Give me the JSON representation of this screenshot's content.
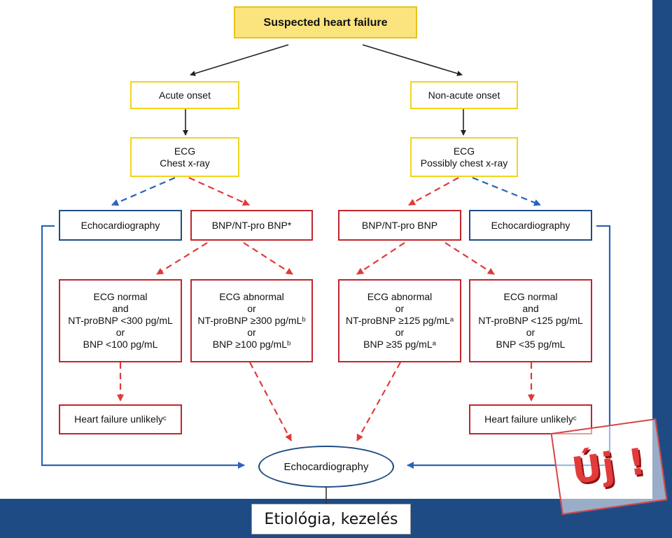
{
  "title": "Suspected heart failure",
  "branches": {
    "acute": {
      "onset": "Acute onset",
      "tests": [
        "ECG",
        "Chest x-ray"
      ],
      "echo": "Echocardiography",
      "bnp": "BNP/NT-pro BNP*",
      "normal": [
        "ECG normal",
        "and",
        "NT-proBNP <300 pg/mL",
        "or",
        "BNP <100 pg/mL"
      ],
      "abnormal": [
        "ECG abnormal",
        "or",
        "NT-proBNP ≥300 pg/mLᵇ",
        "or",
        "BNP ≥100 pg/mLᵇ"
      ],
      "unlikely": "Heart failure unlikelyᶜ"
    },
    "nonacute": {
      "onset": "Non-acute onset",
      "tests": [
        "ECG",
        "Possibly chest x-ray"
      ],
      "echo": "Echocardiography",
      "bnp": "BNP/NT-pro BNP",
      "abnormal": [
        "ECG abnormal",
        "or",
        "NT-proBNP ≥125 pg/mLᵃ",
        "or",
        "BNP ≥35 pg/mLᵃ"
      ],
      "normal": [
        "ECG normal",
        "and",
        "NT-proBNP <125 pg/mL",
        "or",
        "BNP <35 pg/mL"
      ],
      "unlikely": "Heart failure unlikelyᶜ"
    }
  },
  "final": "Echocardiography",
  "footer": "Etiológia, kezelés",
  "stamp": "Új !",
  "colors": {
    "background": "#1f4b85",
    "yellow_border": "#f2d41c",
    "title_fill": "#fbe47e",
    "blue": "#1f4b85",
    "red": "#c0262d",
    "red_arrow": "#e03a3a",
    "blue_arrow": "#2a63b8"
  }
}
